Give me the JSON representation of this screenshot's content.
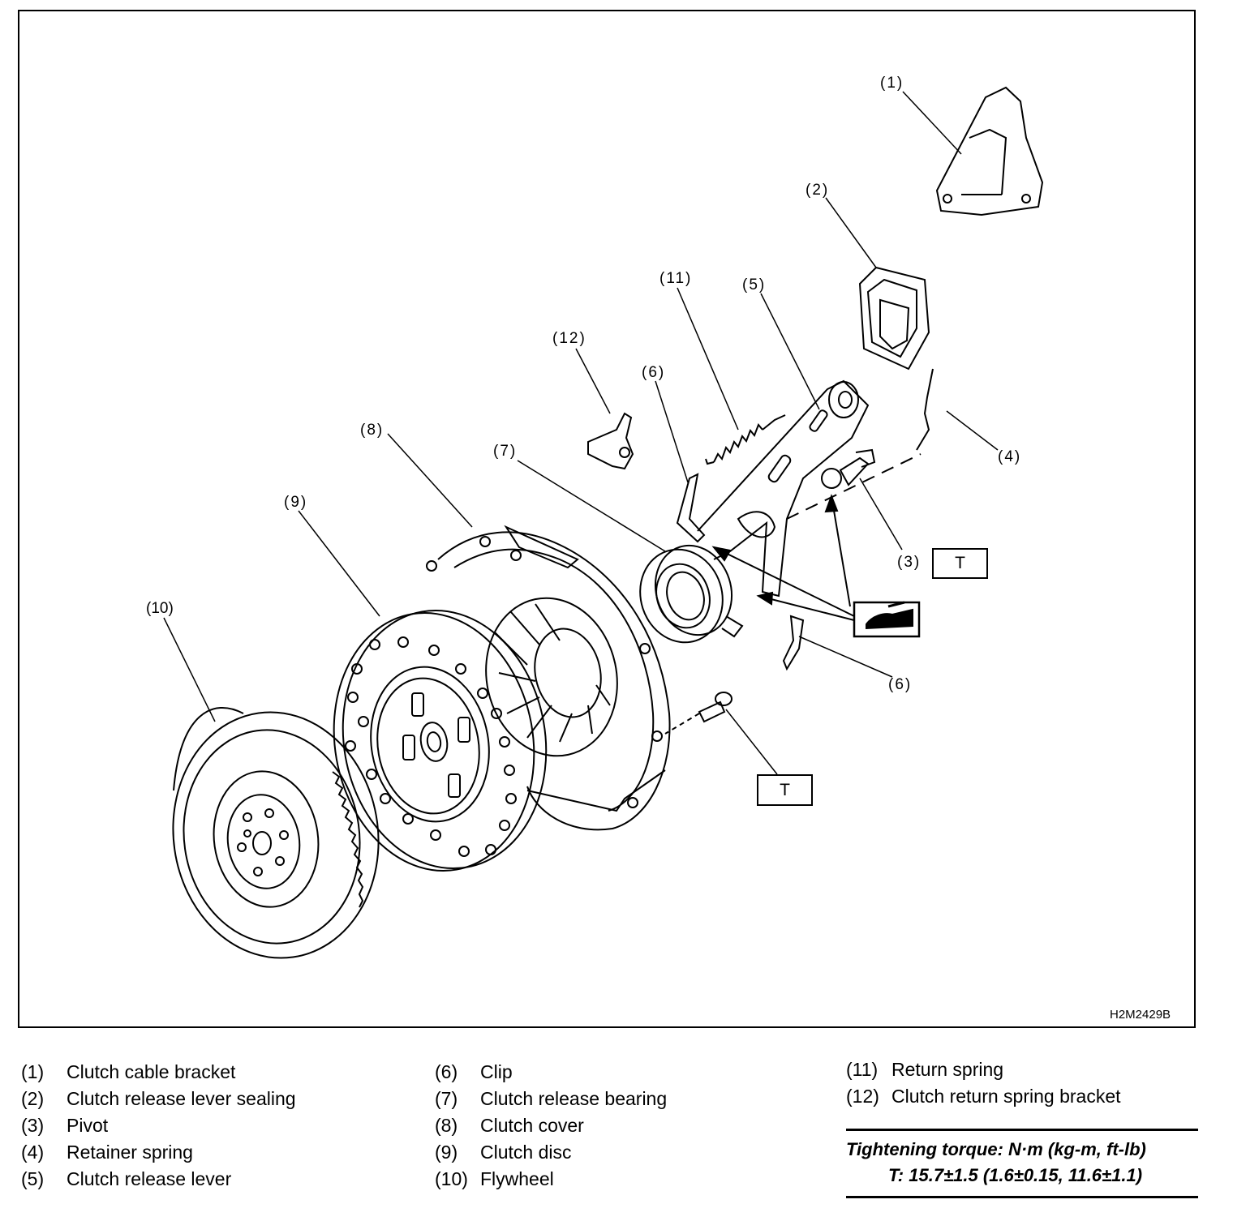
{
  "figure_code": "H2M2429B",
  "callouts": {
    "c1": "(1)",
    "c2": "(2)",
    "c3": "(3)",
    "c4": "(4)",
    "c5": "(5)",
    "c6a": "(6)",
    "c6b": "(6)",
    "c7": "(7)",
    "c8": "(8)",
    "c9": "(9)",
    "c10": "(10)",
    "c11": "(11)",
    "c12": "(12)"
  },
  "torque_markers": {
    "t_pivot": "T",
    "t_bolt": "T"
  },
  "legend": {
    "col1": [
      {
        "num": "(1)",
        "label": "Clutch cable bracket"
      },
      {
        "num": "(2)",
        "label": "Clutch release lever sealing"
      },
      {
        "num": "(3)",
        "label": "Pivot"
      },
      {
        "num": "(4)",
        "label": "Retainer spring"
      },
      {
        "num": "(5)",
        "label": "Clutch release lever"
      }
    ],
    "col2": [
      {
        "num": "(6)",
        "label": "Clip"
      },
      {
        "num": "(7)",
        "label": "Clutch release bearing"
      },
      {
        "num": "(8)",
        "label": "Clutch cover"
      },
      {
        "num": "(9)",
        "label": "Clutch disc"
      },
      {
        "num": "(10)",
        "label": "Flywheel"
      }
    ],
    "col3": [
      {
        "num": "(11)",
        "label": "Return spring"
      },
      {
        "num": "(12)",
        "label": "Clutch return spring bracket"
      }
    ]
  },
  "torque": {
    "title": "Tightening torque: N·m (kg-m, ft-lb)",
    "value": "T: 15.7±1.5 (1.6±0.15, 11.6±1.1)"
  },
  "icons": {
    "grease": "grease-icon"
  }
}
